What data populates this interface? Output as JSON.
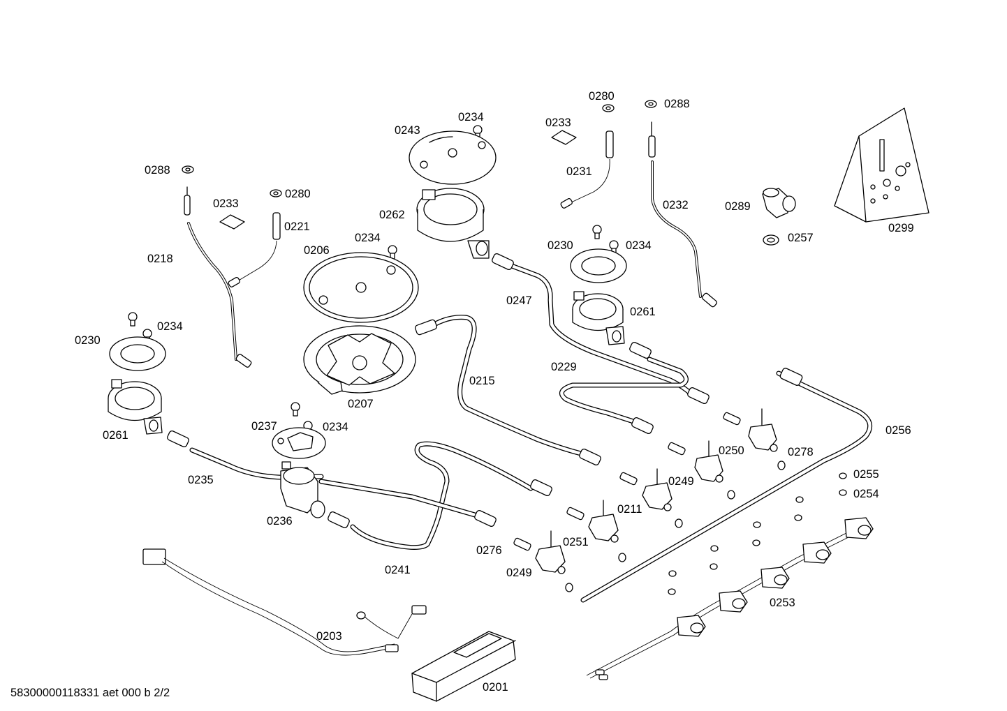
{
  "drawing": {
    "footer_id": "58300000118331 aet 000 b 2/2",
    "labels": {
      "p0201": "0201",
      "p0203": "0203",
      "p0206": "0206",
      "p0207": "0207",
      "p0211": "0211",
      "p0215": "0215",
      "p0218": "0218",
      "p0221": "0221",
      "p0229": "0229",
      "p0230a": "0230",
      "p0230b": "0230",
      "p0231": "0231",
      "p0232": "0232",
      "p0233a": "0233",
      "p0233b": "0233",
      "p0234a": "0234",
      "p0234b": "0234",
      "p0234c": "0234",
      "p0234d": "0234",
      "p0234e": "0234",
      "p0235": "0235",
      "p0236": "0236",
      "p0237": "0237",
      "p0241": "0241",
      "p0243": "0243",
      "p0247": "0247",
      "p0249a": "0249",
      "p0249b": "0249",
      "p0250": "0250",
      "p0251": "0251",
      "p0253": "0253",
      "p0254": "0254",
      "p0255": "0255",
      "p0256": "0256",
      "p0257": "0257",
      "p0261a": "0261",
      "p0261b": "0261",
      "p0262": "0262",
      "p0276": "0276",
      "p0278": "0278",
      "p0280a": "0280",
      "p0280b": "0280",
      "p0288a": "0288",
      "p0288b": "0288",
      "p0289": "0289",
      "p0299": "0299"
    }
  }
}
